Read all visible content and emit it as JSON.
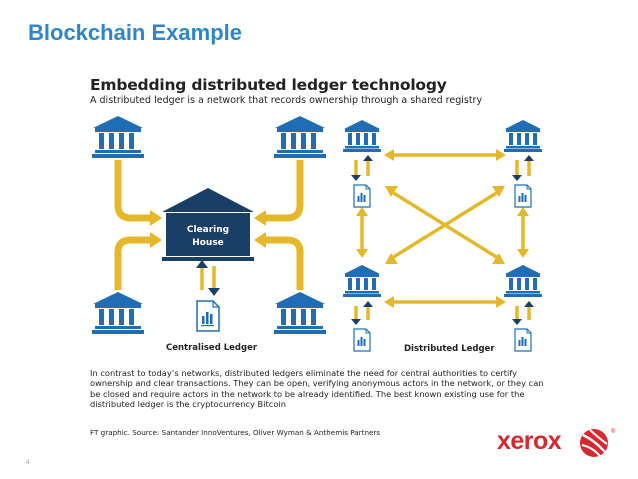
{
  "slide": {
    "title": "Blockchain Example",
    "page_number": "4"
  },
  "figure": {
    "title": "Embedding distributed ledger technology",
    "subtitle": "A distributed ledger is a network that records ownership through a shared registry",
    "clearing_house_line1": "Clearing",
    "clearing_house_line2": "House",
    "centralised_caption": "Centralised Ledger",
    "distributed_caption": "Distributed Ledger",
    "description": "In contrast to today’s networks, distributed ledgers eliminate the need for central authorities to certify ownership and clear transactions. They can be open, verifying anonymous actors in the network, or they can be closed and require actors in the network to be already identified. The best known existing use for the distributed ledger is the cryptocurrency Bitcoin",
    "source": "FT graphic.  Source: Santander InnoVentures, Oliver Wyman & Anthemis Partners"
  },
  "brand": {
    "logo_text": "xerox",
    "registered_mark": "®"
  },
  "colors": {
    "title_blue": "#2e86c8",
    "bank_blue": "#1f6db5",
    "clearing_navy": "#1a3f66",
    "arrow_yellow": "#e5b82a",
    "xerox_red": "#d7282f"
  }
}
